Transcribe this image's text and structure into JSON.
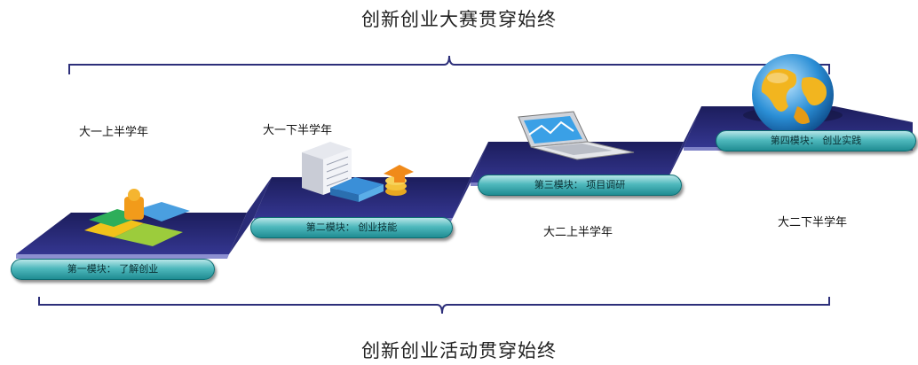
{
  "titles": {
    "top": "创新创业大赛贯穿始终",
    "bottom": "创新创业活动贯穿始终"
  },
  "semesters": [
    "大一上半学年",
    "大一下半学年",
    "大二上半学年",
    "大二下半学年"
  ],
  "modules": [
    "第一模块： 了解创业",
    "第二模块： 创业技能",
    "第三模块： 项目调研",
    "第四模块： 创业实践"
  ],
  "colors": {
    "stair_top": "#27286e",
    "stair_front": "#4a4d9e",
    "bracket": "#2d2f7a",
    "pill": "#3fb0b5"
  },
  "icons": [
    "puzzle-icon",
    "building-coins-icon",
    "laptop-icon",
    "globe-icon"
  ]
}
